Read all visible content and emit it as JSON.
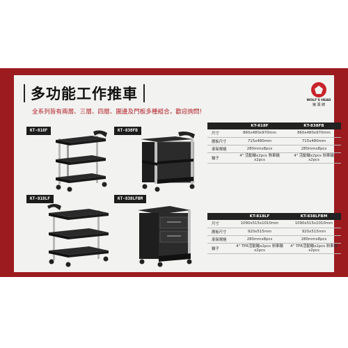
{
  "title": "多功能工作推車",
  "subtitle": "全系列皆有兩層、三層、四層、圍邊及門板多種組合，歡迎詢問!",
  "logo": {
    "en": "WOLF'S HEAD",
    "cn": "狼 頭 牌"
  },
  "colors": {
    "brand_red": "#9b1b1f",
    "panel": "#f2f2f0",
    "dark": "#1c1c1c"
  },
  "products": [
    {
      "model": "KT-818F"
    },
    {
      "model": "KT-838FB"
    },
    {
      "model": "KT-818LF"
    },
    {
      "model": "KT-838LFBM"
    }
  ],
  "tables": [
    {
      "headers": [
        "",
        "KT-818F",
        "KT-838FB"
      ],
      "rows": [
        {
          "label": "尺寸",
          "a": "860x480x970mm",
          "b": "860x480x970mm"
        },
        {
          "label": "層板尺寸",
          "a": "715x480mm",
          "b": "715x480mm"
        },
        {
          "label": "承架規格",
          "a": "280mmx8pcs",
          "b": "280mmx8pcs"
        },
        {
          "label": "輪子",
          "a": "4\" 活動輪x2pcs 煞車輪x2pcs",
          "b": "4\" 活動輪x2pcs 剎車輪x2pcs"
        }
      ]
    },
    {
      "headers": [
        "",
        "KT-818LF",
        "KT-838LFBM"
      ],
      "rows": [
        {
          "label": "尺寸",
          "a": "1090x515x1010mm",
          "b": "1090x515x1010mm"
        },
        {
          "label": "層板尺寸",
          "a": "920x515mm",
          "b": "920x515mm"
        },
        {
          "label": "承架規格",
          "a": "280mmx8pcs",
          "b": "280mmx8pcs"
        },
        {
          "label": "輪子",
          "a": "4\" TPR活動輪x2pcs 剎車輪x2pcs",
          "b": "4\" TPR活動輪x2pcs 剎車輪x2pcs"
        }
      ]
    }
  ]
}
